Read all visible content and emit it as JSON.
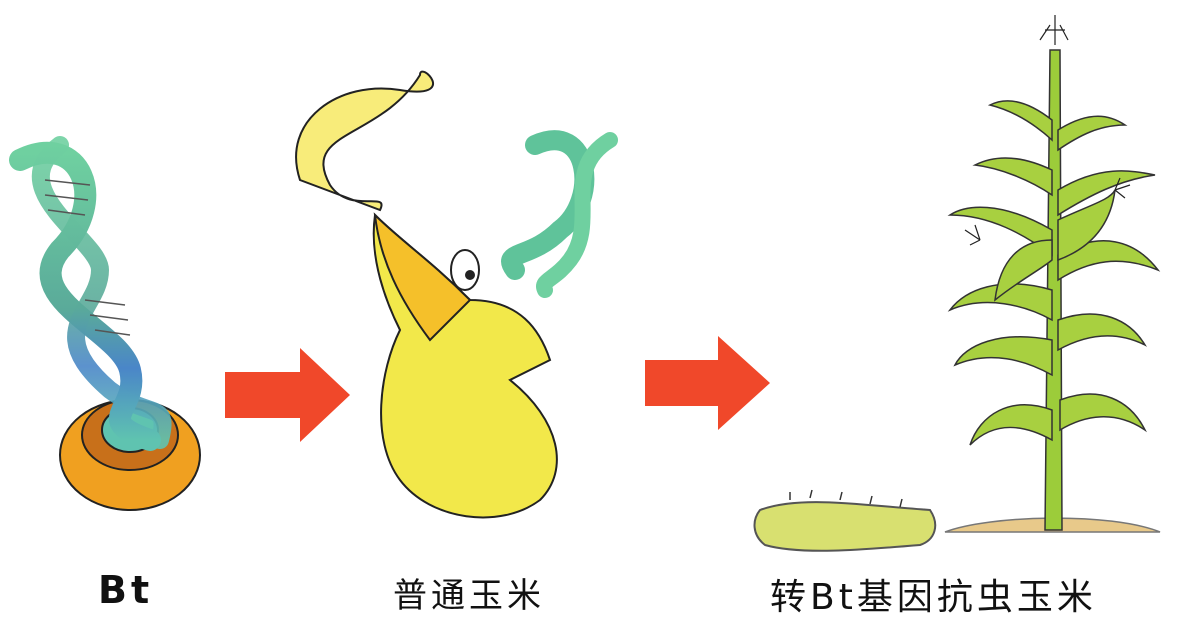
{
  "labels": {
    "bt": "Bt",
    "ordinary_corn": "普通玉米",
    "bt_corn": "转Bt基因抗虫玉米"
  },
  "colors": {
    "arrow": "#f0482a",
    "dna_green": "#5fc39a",
    "dna_blue": "#4a86c8",
    "base_orange": "#f0a020",
    "corn_yellow": "#f2e84a",
    "plant_green": "#9ccc3a",
    "soil": "#e8c98a"
  }
}
